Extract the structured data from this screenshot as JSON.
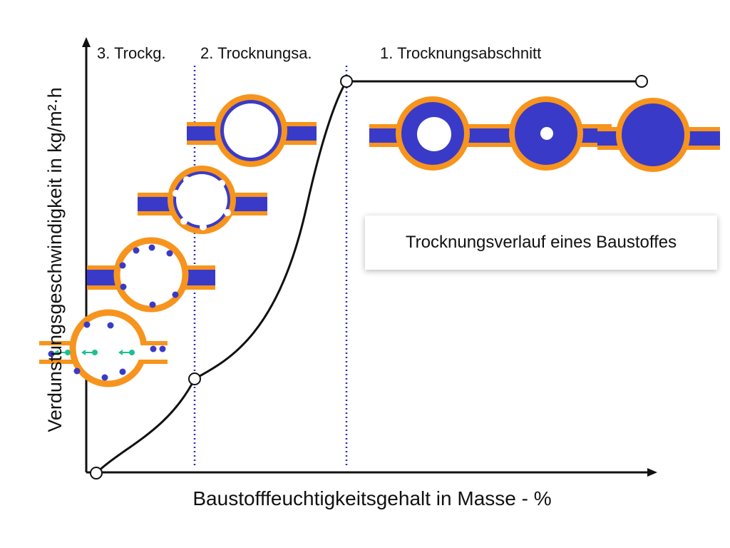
{
  "diagram": {
    "x_axis_label": "Baustofffeuchtigkeitsgehalt in Masse - %",
    "y_axis_label": "Verdunstungsgeschwindigkeit in kg/m²·h",
    "stages": [
      {
        "label": "3. Trockg."
      },
      {
        "label": "2. Trocknungsa."
      },
      {
        "label": "1. Trocknungsabschnitt"
      }
    ],
    "caption": "Trocknungsverlauf eines Baustoffes",
    "colors": {
      "pore_wall": "#f7941d",
      "water": "#3a3ac8",
      "vapor": "#1fbf8f",
      "curve": "#111111",
      "divider": "#2a2ac0"
    }
  }
}
